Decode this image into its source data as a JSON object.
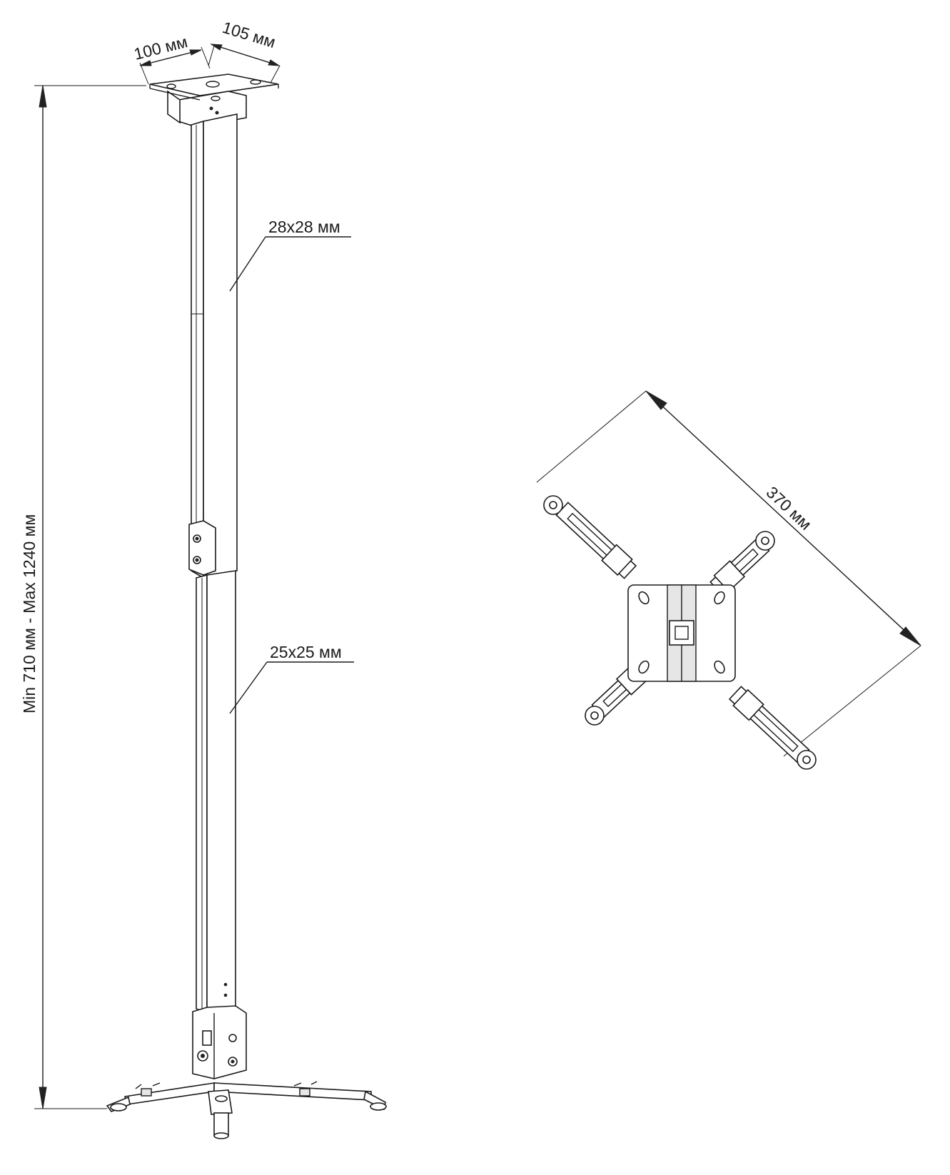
{
  "labels": {
    "bracket_width": "100 мм",
    "bracket_depth": "105 мм",
    "upper_tube": "28x28 мм",
    "lower_tube": "25x25 мм",
    "height_range": "Min 710 мм - Max 1240 мм",
    "arm_span": "370 мм"
  },
  "colors": {
    "line": "#1a1a1a",
    "background": "#ffffff"
  }
}
